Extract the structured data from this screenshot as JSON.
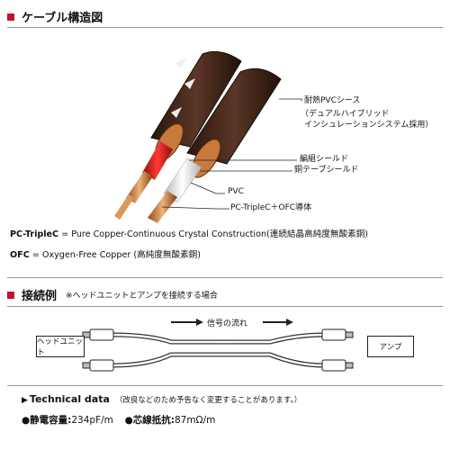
{
  "section1": {
    "title": "ケーブル構造図"
  },
  "cable_labels": {
    "sheath_line1": "耐熱PVCシース",
    "sheath_line2": "（デュアルハイブリッド",
    "sheath_line3": "インシュレーションシステム採用）",
    "braided": "編組シールド",
    "copper_tape": "銅テープシールド",
    "pvc": "PVC",
    "conductor": "PC-TripleC＋OFC導体"
  },
  "definitions": {
    "pc_term": "PC-TripleC",
    "pc_desc": " = Pure Copper-Continuous Crystal Construction(連続結晶高純度無酸素銅)",
    "ofc_term": "OFC",
    "ofc_desc": " = Oxygen-Free Copper (高純度無酸素銅)"
  },
  "section2": {
    "title": "接続例",
    "note": "※ヘッドユニットとアンプを接続する場合",
    "signal_flow": "信号の流れ",
    "left_device": "ヘッドユニット",
    "right_device": "アンプ"
  },
  "tech": {
    "heading": "Technical data",
    "note": "（改良などのため予告なく変更することがあります。）",
    "capacitance_label": "●静電容量:",
    "capacitance_value": "234pF/m",
    "resistance_label": "●芯線抵抗:",
    "resistance_value": "87mΩ/m"
  },
  "colors": {
    "accent": "#c8102e",
    "sheath": "#3a2418",
    "copper": "#c97a3a",
    "insulation_red": "#d4191e",
    "insulation_white": "#f4f4f4"
  }
}
